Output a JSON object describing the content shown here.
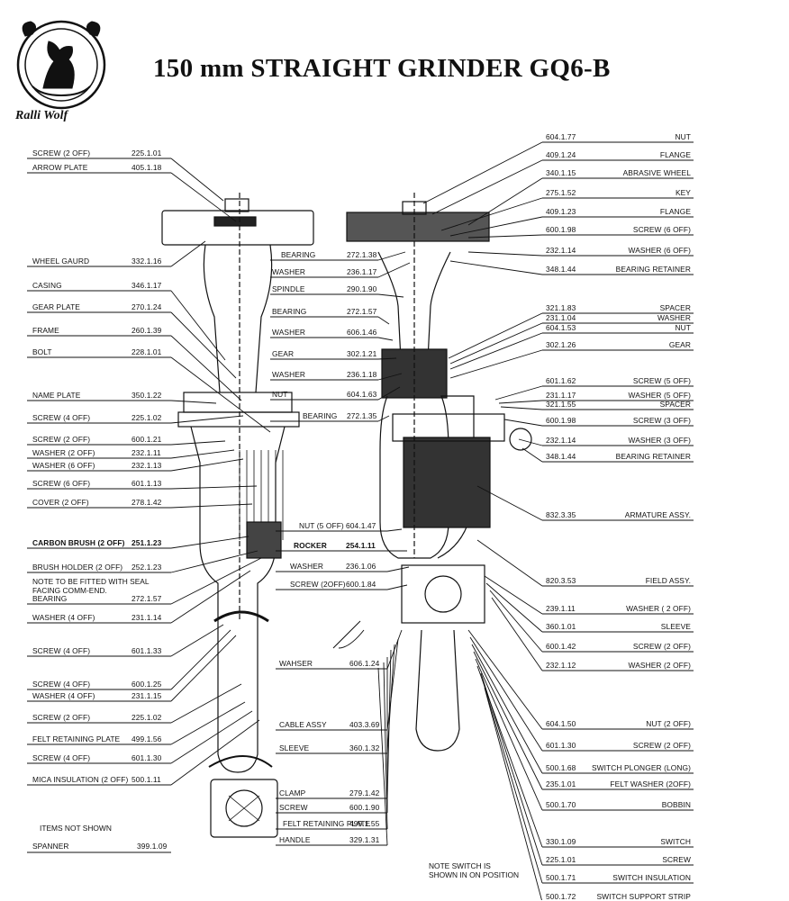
{
  "header": {
    "title": "150 mm STRAIGHT GRINDER GQ6-B",
    "brand": "Ralli Wolf"
  },
  "left_parts": [
    {
      "name": "SCREW (2 OFF)",
      "code": "225.1.01"
    },
    {
      "name": "ARROW PLATE",
      "code": "405.1.18"
    },
    {
      "name": "WHEEL GAURD",
      "code": "332.1.16"
    },
    {
      "name": "CASING",
      "code": "346.1.17"
    },
    {
      "name": "GEAR PLATE",
      "code": "270.1.24"
    },
    {
      "name": "FRAME",
      "code": "260.1.39"
    },
    {
      "name": "BOLT",
      "code": "228.1.01"
    },
    {
      "name": "NAME PLATE",
      "code": "350.1.22"
    },
    {
      "name": "SCREW (4 OFF)",
      "code": "225.1.02"
    },
    {
      "name": "SCREW (2 OFF)",
      "code": "600.1.21"
    },
    {
      "name": "WASHER (2 OFF)",
      "code": "232.1.11"
    },
    {
      "name": "WASHER (6 OFF)",
      "code": "232.1.13"
    },
    {
      "name": "SCREW (6 OFF)",
      "code": "601.1.13"
    },
    {
      "name": "COVER (2 OFF)",
      "code": "278.1.42"
    },
    {
      "name": "CARBON BRUSH (2 OFF)",
      "code": "251.1.23"
    },
    {
      "name": "BRUSH HOLDER (2 OFF)",
      "code": "252.1.23"
    },
    {
      "name": "BEARING",
      "code": "272.1.57"
    },
    {
      "name": "WASHER (4 OFF)",
      "code": "231.1.14"
    },
    {
      "name": "SCREW (4 OFF)",
      "code": "601.1.33"
    },
    {
      "name": "SCREW (4 OFF)",
      "code": "600.1.25"
    },
    {
      "name": "WASHER (4 OFF)",
      "code": "231.1.15"
    },
    {
      "name": "SCREW (2 OFF)",
      "code": "225.1.02"
    },
    {
      "name": "FELT RETAINING PLATE",
      "code": "499.1.56"
    },
    {
      "name": "SCREW (4 OFF)",
      "code": "601.1.30"
    },
    {
      "name": "MICA INSULATION (2 OFF)",
      "code": "500.1.11"
    }
  ],
  "seal_note": [
    "NOTE TO BE FITTED WITH SEAL",
    "FACING COMM-END."
  ],
  "items_not_shown": {
    "heading": "ITEMS NOT SHOWN",
    "name": "SPANNER",
    "code": "399.1.09"
  },
  "center_parts": [
    {
      "name": "BEARING",
      "code": "272.1.38"
    },
    {
      "name": "WASHER",
      "code": "236.1.17"
    },
    {
      "name": "SPINDLE",
      "code": "290.1.90"
    },
    {
      "name": "BEARING",
      "code": "272.1.57"
    },
    {
      "name": "WASHER",
      "code": "606.1.46"
    },
    {
      "name": "GEAR",
      "code": "302.1.21"
    },
    {
      "name": "WASHER",
      "code": "236.1.18"
    },
    {
      "name": "NUT",
      "code": "604.1.63"
    },
    {
      "name": "BEARING",
      "code": "272.1.35"
    },
    {
      "name": "NUT (5 OFF)",
      "code": "604.1.47"
    },
    {
      "name": "ROCKER",
      "code": "254.1.11"
    },
    {
      "name": "WASHER",
      "code": "236.1.06"
    },
    {
      "name": "SCREW (2OFF)",
      "code": "600.1.84"
    },
    {
      "name": "WAHSER",
      "code": "606.1.24"
    },
    {
      "name": "CABLE ASSY",
      "code": "403.3.69"
    },
    {
      "name": "SLEEVE",
      "code": "360.1.32"
    },
    {
      "name": "CLAMP",
      "code": "279.1.42"
    },
    {
      "name": "SCREW",
      "code": "600.1.90"
    },
    {
      "name": "FELT RETAINING PLATE",
      "code": "499.1.55"
    },
    {
      "name": "HANDLE",
      "code": "329.1.31"
    }
  ],
  "right_parts": [
    {
      "code": "604.1.77",
      "name": "NUT"
    },
    {
      "code": "409.1.24",
      "name": "FLANGE"
    },
    {
      "code": "340.1.15",
      "name": "ABRASIVE WHEEL"
    },
    {
      "code": "275.1.52",
      "name": "KEY"
    },
    {
      "code": "409.1.23",
      "name": "FLANGE"
    },
    {
      "code": "600.1.98",
      "name": "SCREW (6 OFF)"
    },
    {
      "code": "232.1.14",
      "name": "WASHER (6 OFF)"
    },
    {
      "code": "348.1.44",
      "name": "BEARING RETAINER"
    },
    {
      "code": "321.1.83",
      "name": "SPACER"
    },
    {
      "code": "231.1.04",
      "name": "WASHER"
    },
    {
      "code": "604.1.53",
      "name": "NUT"
    },
    {
      "code": "302.1.26",
      "name": "GEAR"
    },
    {
      "code": "601.1.62",
      "name": "SCREW (5 OFF)"
    },
    {
      "code": "231.1.17",
      "name": "WASHER (5 OFF)"
    },
    {
      "code": "321.1.55",
      "name": "SPACER"
    },
    {
      "code": "600.1.98",
      "name": "SCREW (3 OFF)"
    },
    {
      "code": "232.1.14",
      "name": "WASHER (3 OFF)"
    },
    {
      "code": "348.1.44",
      "name": "BEARING RETAINER"
    },
    {
      "code": "832.3.35",
      "name": "ARMATURE ASSY."
    },
    {
      "code": "820.3.53",
      "name": "FIELD ASSY."
    },
    {
      "code": "239.1.11",
      "name": "WASHER ( 2 OFF)"
    },
    {
      "code": "360.1.01",
      "name": "SLEEVE"
    },
    {
      "code": "600.1.42",
      "name": "SCREW (2 OFF)"
    },
    {
      "code": "232.1.12",
      "name": "WASHER (2 OFF)"
    },
    {
      "code": "604.1.50",
      "name": "NUT (2 OFF)"
    },
    {
      "code": "601.1.30",
      "name": "SCREW (2 OFF)"
    },
    {
      "code": "500.1.68",
      "name": "SWITCH PLONGER (LONG)"
    },
    {
      "code": "235.1.01",
      "name": "FELT WASHER (2OFF)"
    },
    {
      "code": "500.1.70",
      "name": "BOBBIN"
    },
    {
      "code": "330.1.09",
      "name": "SWITCH"
    },
    {
      "code": "225.1.01",
      "name": "SCREW"
    },
    {
      "code": "500.1.71",
      "name": "SWITCH INSULATION"
    },
    {
      "code": "500.1.72",
      "name": "SWITCH SUPPORT STRIP"
    }
  ],
  "switch_note": [
    "NOTE SWITCH IS",
    "SHOWN IN ON POSITION"
  ]
}
